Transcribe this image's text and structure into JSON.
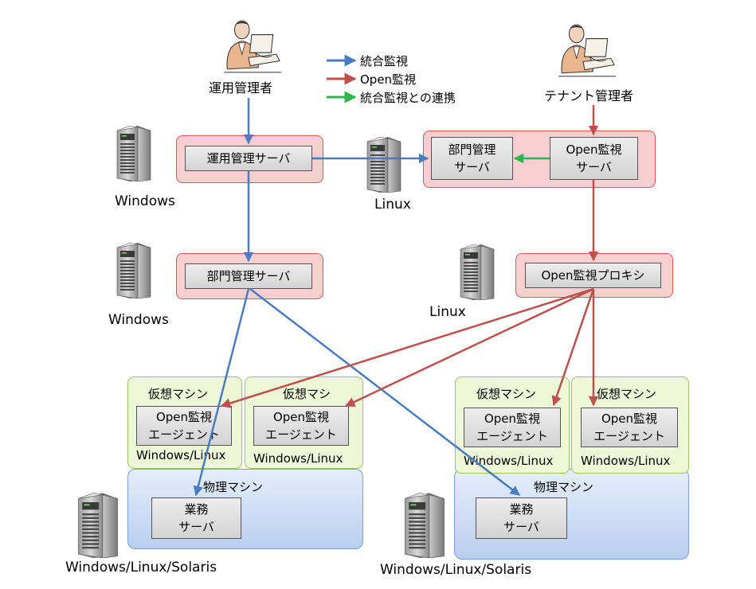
{
  "legend": {
    "integrated": "統合監視",
    "open": "Open監視",
    "link": "統合監視との連携"
  },
  "actors": {
    "operations_admin": "運用管理者",
    "tenant_admin": "テナント管理者"
  },
  "boxes": {
    "ops_server": "運用管理サーバ",
    "dept_server_top_l1": "部門管理",
    "dept_server_top_l2": "サーバ",
    "open_server_l1": "Open監視",
    "open_server_l2": "サーバ",
    "dept_server": "部門管理サーバ",
    "open_proxy": "Open監視プロキシ",
    "agent_l1": "Open監視",
    "agent_l2": "エージェント",
    "biz_l1": "業務",
    "biz_l2": "サーバ"
  },
  "zones": {
    "vm1": "仮想マシン",
    "vm2": "仮想マシ",
    "vm3": "仮想マシン",
    "vm4": "仮想マシン",
    "vm_os": "Windows/Linux",
    "physical": "物理マシン"
  },
  "os_labels": {
    "windows1": "Windows",
    "linux1": "Linux",
    "windows2": "Windows",
    "linux2": "Linux",
    "multi1": "Windows/Linux/Solaris",
    "multi2": "Windows/Linux/Solaris"
  },
  "colors": {
    "blue": "#4a7cc0",
    "red": "#c0504d",
    "green": "#2fb34a"
  }
}
